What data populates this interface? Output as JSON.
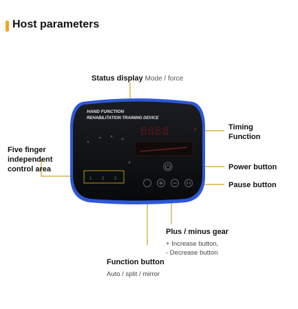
{
  "header": {
    "title": "Host parameters"
  },
  "device": {
    "brand_line1": "HAND FUNCTION",
    "brand_line2": "REHABILITATION TRAINING DEVICE",
    "timer_display": "8888",
    "finger_leds": [
      "1",
      "2",
      "3"
    ],
    "colors": {
      "body": "#0f1013",
      "border": "#3a6df0",
      "accent": "#e23a3a"
    }
  },
  "annotations": {
    "status_display": {
      "label": "Status display",
      "detail": "Mode / force"
    },
    "timing": {
      "line1": "Timing",
      "line2": "Function"
    },
    "five_finger": {
      "line1": "Five finger",
      "line2": "independent",
      "line3": "control area"
    },
    "power": {
      "label": "Power button"
    },
    "pause": {
      "label": "Pause button"
    },
    "plus_minus": {
      "label": "Plus / minus gear",
      "detail1": "+ Increase button,",
      "detail2": "- Decrease button"
    },
    "function": {
      "label": "Function button",
      "detail": "Auto / split / mirror"
    }
  }
}
